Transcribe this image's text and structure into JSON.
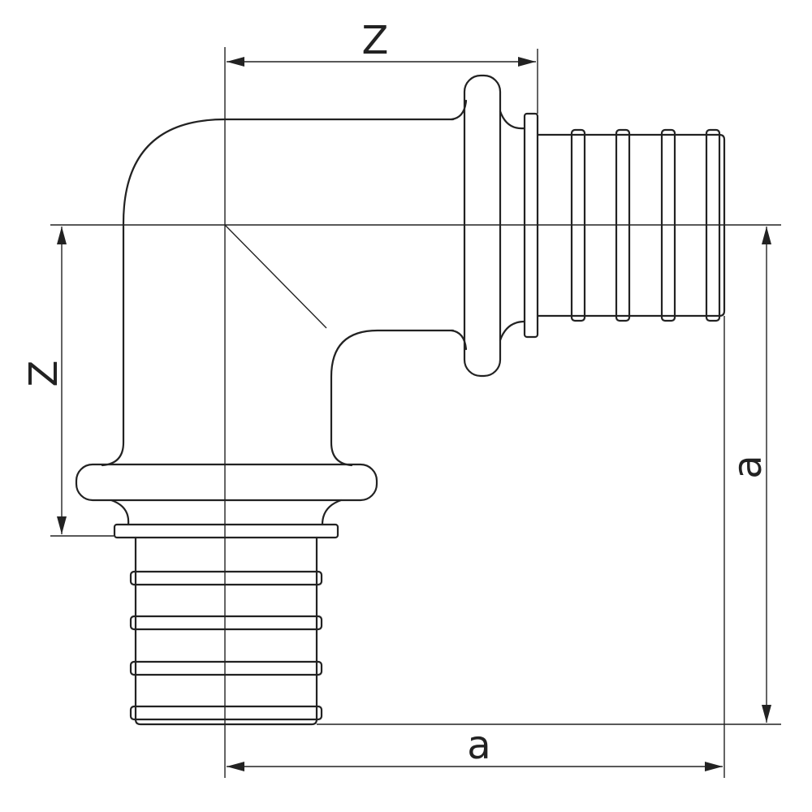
{
  "dimensions": {
    "top_z": "Z",
    "left_z": "Z",
    "right_a": "a",
    "bottom_a": "a"
  },
  "colors": {
    "line": "#222222",
    "background": "#ffffff"
  }
}
